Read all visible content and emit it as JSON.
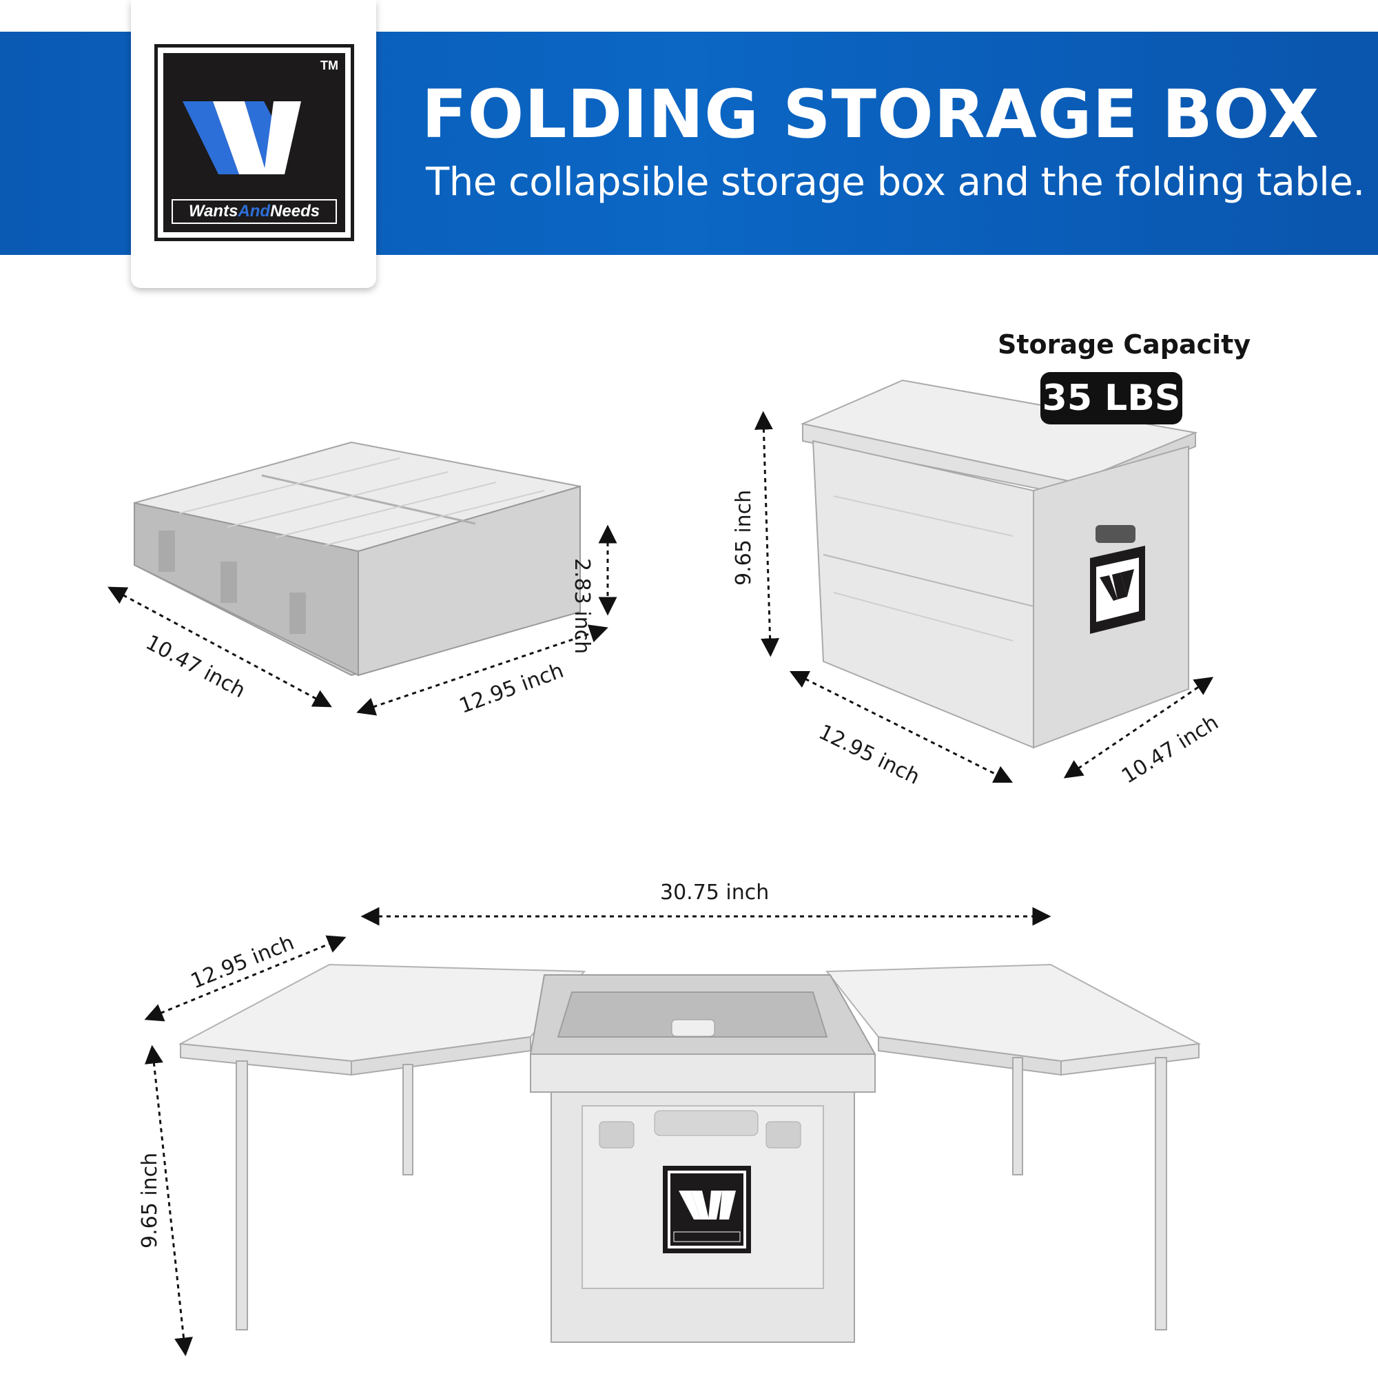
{
  "header": {
    "title": "FOLDING STORAGE BOX",
    "subtitle": "The collapsible storage box and the folding table."
  },
  "logo": {
    "brand": "WantsAndNeeds",
    "brand_part1": "Wants",
    "brand_part2": "And",
    "brand_part3": "Needs",
    "tm": "TM"
  },
  "capacity": {
    "label": "Storage Capacity",
    "value": "35 LBS"
  },
  "dimensions": {
    "folded_height": "2.83  inch",
    "folded_width": "10.47 inch",
    "folded_length": "12.95 inch",
    "box_height": "9.65  inch",
    "box_length": "12.95 inch",
    "box_width": "10.47 inch",
    "table_length": "30.75 inch",
    "table_depth": "12.95 inch",
    "table_height": "9.65  inch"
  },
  "colors": {
    "banner": "#0b63c0",
    "box_light": "#f0f0f0",
    "box_mid": "#d8d8d8",
    "box_dark": "#b8b8b8"
  }
}
